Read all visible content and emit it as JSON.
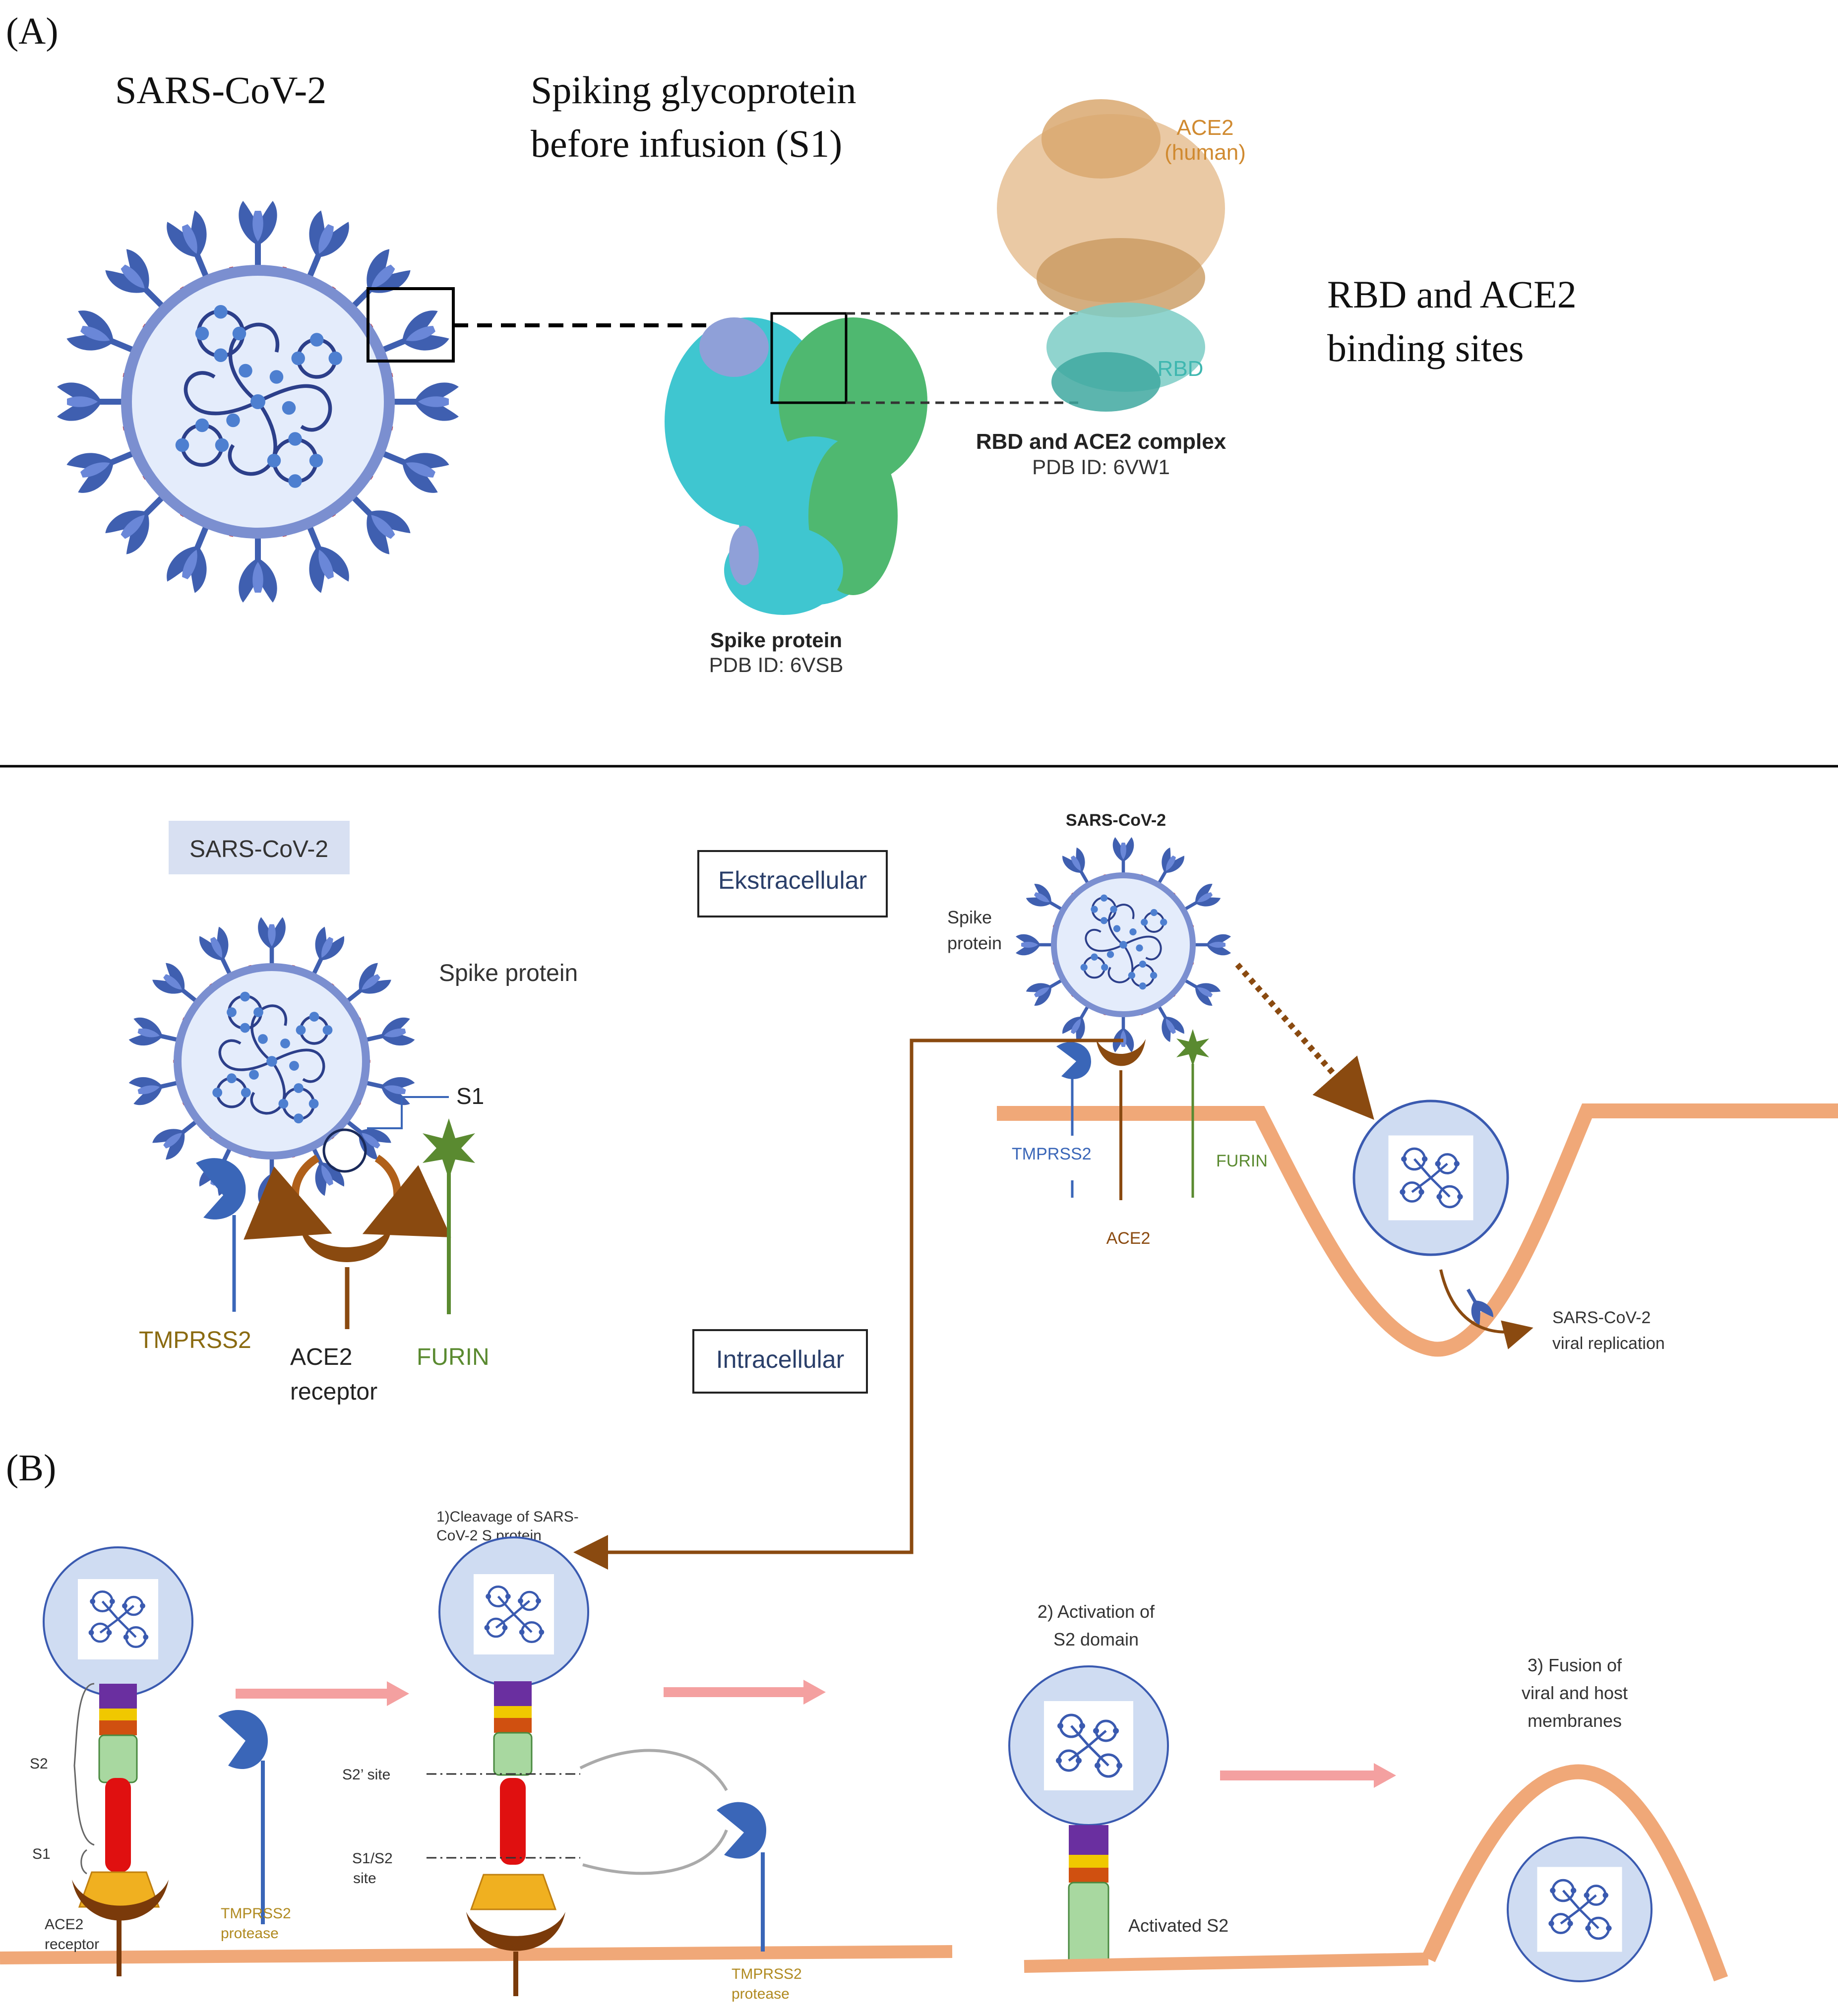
{
  "panel_a": {
    "label": "(A)",
    "virus_title": "SARS-CoV-2",
    "spike_title_line1": "Spiking glycoprotein",
    "spike_title_line2": "before infusion (S1)",
    "ace2_label_line1": "ACE2",
    "ace2_label_line2": "(human)",
    "rbd_label": "RBD",
    "complex_title": "RBD and ACE2 complex",
    "complex_pdb": "PDB ID: 6VW1",
    "spike_protein_title": "Spike protein",
    "spike_protein_pdb": "PDB ID: 6VSB",
    "binding_line1": "RBD and ACE2",
    "binding_line2": "binding sites"
  },
  "panel_b": {
    "label": "(B)",
    "virus_box_label": "SARS-CoV-2",
    "spike_protein": "Spike protein",
    "s1": "S1",
    "tmprss2": "TMPRSS2",
    "ace2_line1": "ACE2",
    "ace2_line2": "receptor",
    "furin": "FURIN",
    "extracellular": "Ekstracellular",
    "intracellular": "Intracellular",
    "virus_title_small": "SARS-CoV-2",
    "spike_small_line1": "Spike",
    "spike_small_line2": "protein",
    "tmprss2_small": "TMPRSS2",
    "furin_small": "FURIN",
    "ace2_small": "ACE2",
    "replication_line1": "SARS-CoV-2",
    "replication_line2": "viral replication",
    "step1_line1": "1)Cleavage of SARS-",
    "step1_line2": "CoV-2 S protein",
    "step2_line1": "2) Activation of",
    "step2_line2": "S2 domain",
    "step3_line1": "3) Fusion of",
    "step3_line2": "viral and host",
    "step3_line3": "membranes",
    "s2_label": "S2",
    "s1_label": "S1",
    "ace2_receptor_line1": "ACE2",
    "ace2_receptor_line2": "receptor",
    "tmprss2_protease_line1": "TMPRSS2",
    "tmprss2_protease_line2": "protease",
    "s2_site": "S2’ site",
    "s1s2_line1": "S1/S2",
    "s1s2_line2": "site",
    "tmprss2_protease2_line1": "TMPRSS2",
    "tmprss2_protease2_line2": "protease",
    "activated_s2": "Activated S2"
  },
  "colors": {
    "virus_blue": "#3f5fb0",
    "membrane_blue": "#7b8fd0",
    "ace2_tan": "#e8b070",
    "rbd_teal": "#3fb7b0",
    "spike_cyan": "#3fc6d0",
    "spike_green": "#4fb870",
    "ace2_brown": "#8a4a10",
    "furin_green": "#5a8a30",
    "tmprss2_blue": "#3a66b8",
    "host_membrane": "#f0a878",
    "arrow_pink": "#f4a0a0",
    "purple": "#6a2fa0",
    "red": "#e01010",
    "yellow": "#f0c800",
    "orange": "#d05010",
    "light_green": "#a8d8a0",
    "gold": "#f0b020"
  },
  "icons": [
    "virus-icon",
    "spike-protein-icon",
    "ace2-receptor-icon",
    "tmprss2-icon",
    "furin-icon",
    "nucleocapsid-icon"
  ]
}
